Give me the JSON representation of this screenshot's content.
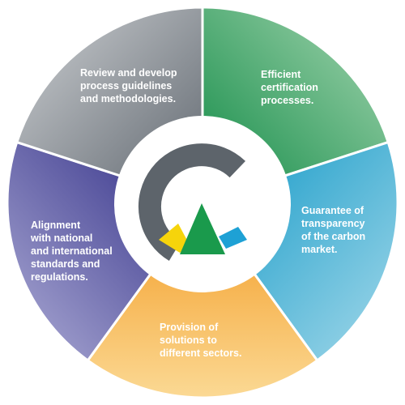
{
  "segments": [
    {
      "id": "certification",
      "line1": "Efficient",
      "line2": "certification",
      "line3": "processes.",
      "color_start": "#0f8a45",
      "color_end": "#9bd0a8"
    },
    {
      "id": "transparency",
      "line1": "Guarantee of",
      "line2": "transparency",
      "line3": "of the carbon",
      "line4": "market.",
      "color_start": "#0f97c6",
      "color_end": "#a4d9ea"
    },
    {
      "id": "solutions",
      "line1": "Provision of",
      "line2": "solutions to",
      "line3": "different sectors.",
      "color_start": "#f4a02a",
      "color_end": "#fbd78e"
    },
    {
      "id": "alignment",
      "line1": "Alignment",
      "line2": "with national",
      "line3": "and international",
      "line4": "standards and",
      "line5": "regulations.",
      "color_start": "#2f2c86",
      "color_end": "#a9a8d3"
    },
    {
      "id": "review",
      "line1": "Review and develop",
      "line2": "process guidelines",
      "line3": "and methodologies.",
      "color_start": "#6c737b",
      "color_end": "#c4c8cc"
    }
  ],
  "logo": {
    "ring_color": "#5d646b",
    "triangle_color": "#1a9a4c",
    "yellow_color": "#f6d40b",
    "blue_color": "#1ea1d5"
  }
}
